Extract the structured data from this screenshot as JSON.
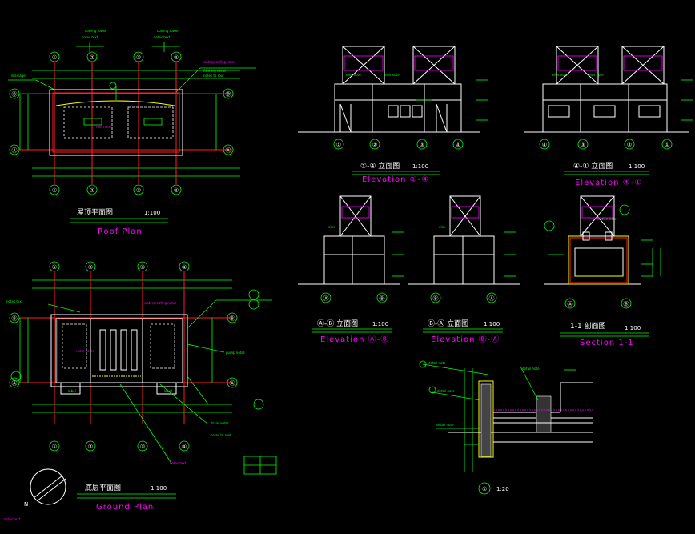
{
  "drawing": {
    "roof_plan": {
      "title_cn": "屋顶平面图",
      "title_en": "Roof Plan",
      "scale": "1:100",
      "grid_top": [
        "①",
        "②",
        "③",
        "④"
      ],
      "grid_side": [
        "Ⓑ",
        "Ⓐ"
      ]
    },
    "ground_plan": {
      "title_cn": "底层平面图",
      "title_en": "Ground Plan",
      "scale": "1:100",
      "north": "N",
      "grid_top": [
        "①",
        "②",
        "③",
        "④"
      ],
      "grid_side": [
        "Ⓑ",
        "Ⓐ"
      ]
    },
    "elev_1_4": {
      "title_cn": "①-④ 立面图",
      "title_en": "Elevation  ①-④",
      "scale": "1:100",
      "axes": [
        "①",
        "②",
        "③",
        "④"
      ]
    },
    "elev_4_1": {
      "title_cn": "④-① 立面图",
      "title_en": "Elevation  ④-①",
      "scale": "1:100",
      "axes": [
        "④",
        "③",
        "②",
        "①"
      ]
    },
    "elev_a_b": {
      "title_cn": "Ⓐ-Ⓑ 立面图",
      "title_en": "Elevation  Ⓐ-Ⓑ",
      "scale": "1:100",
      "axes": [
        "Ⓐ",
        "Ⓑ"
      ]
    },
    "elev_b_a": {
      "title_cn": "Ⓑ-Ⓐ 立面图",
      "title_en": "Elevation  Ⓑ-Ⓐ",
      "scale": "1:100",
      "axes": [
        "Ⓑ",
        "Ⓐ"
      ]
    },
    "section": {
      "title_cn": "1-1 剖面图",
      "title_en": "Section 1-1",
      "scale": "1:100",
      "axes": [
        "Ⓐ",
        "Ⓑ"
      ]
    },
    "detail": {
      "number": "①",
      "scale": "1:20"
    },
    "colors": {
      "background": "#000000",
      "outline": "#ffffff",
      "dimension": "#00ff00",
      "annotation": "#ff00ff",
      "grid": "#ff2020",
      "highlight": "#ffff00",
      "leader": "#00ffff"
    }
  }
}
